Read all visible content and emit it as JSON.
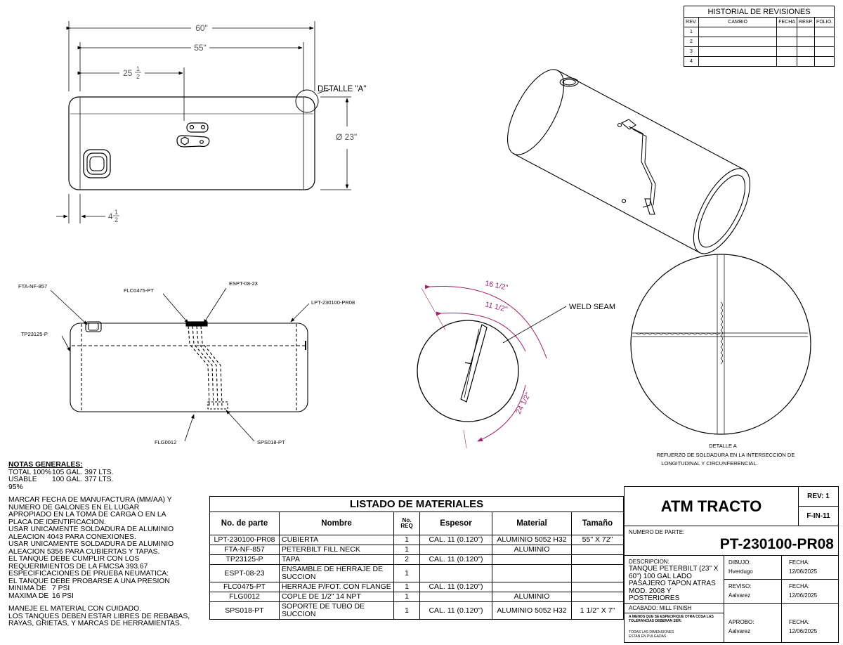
{
  "revision_history": {
    "title": "HISTORIAL DE REVISIONES",
    "headers": [
      "REV.",
      "CAMBIO",
      "FECHA",
      "RESP.",
      "FOLIO."
    ],
    "rows": [
      "1",
      "2",
      "3",
      "4"
    ]
  },
  "main_view": {
    "dim_60": "60\"",
    "dim_55": "55\"",
    "dim_25_whole": "25",
    "dim_25_num": "1",
    "dim_25_den": "2",
    "dim_4_whole": "4",
    "dim_4_num": "1",
    "dim_4_den": "2",
    "dim_dia": "Ø 23\"",
    "detail_label": "DETALLE \"A\""
  },
  "section_view": {
    "callouts": [
      "FTA-NF-857",
      "FLC0475-PT",
      "ESPT-08-23",
      "LPT-230100-PR08",
      "TP23125-P",
      "FLG0012",
      "SPS018-PT"
    ]
  },
  "end_view": {
    "arc_outer": "16 1/2\"",
    "arc_inner": "11 1/2\"",
    "arc_lower": "24 1/2\"",
    "weld_seam": "WELD SEAM"
  },
  "detail_a": {
    "title": "DETALLE A",
    "line1": "REFUERZO DE SOLDADURA EN LA INTERSECCION DE",
    "line2": "LONGITUDINAL Y CIRCUNFERENCIAL."
  },
  "notes": {
    "title": "NOTAS GENERALES:",
    "capacity": [
      {
        "label": "TOTAL 100%",
        "value": "105 GAL. 397 LTS."
      },
      {
        "label": "USABLE 95%",
        "value": "100 GAL. 377 LTS."
      }
    ],
    "block2": [
      "MARCAR FECHA DE MANUFACTURA (MM/AA) Y",
      "NUMERO DE GALONES EN EL LUGAR",
      "APROPIADO EN LA TOMA DE CARGA O EN LA",
      "PLACA DE IDENTIFICACION.",
      "USAR UNICAMENTE SOLDADURA DE ALUMINIO",
      "ALEACION 4043 PARA CONEXIONES.",
      "USAR UNICAMENTE SOLDADURA DE ALUMINIO",
      "ALEACION 5356 PARA CUBIERTAS Y TAPAS.",
      "EL TANQUE DEBE CUMPLIR CON LOS",
      "REQUERIMIENTOS DE LA FMCSA 393.67",
      "ESPECIFICACIONES DE PRUEBA NEUMATICA:",
      "EL TANQUE DEBE PROBARSE A UNA PRESION"
    ],
    "pressure": [
      {
        "label": "MINIMA DE",
        "value": "7 PSI"
      },
      {
        "label": "MAXIMA DE",
        "value": "16 PSI"
      }
    ],
    "block3": [
      "MANEJE EL MATERIAL CON CUIDADO.",
      "LOS TANQUES DEBEN ESTAR LIBRES DE REBABAS,",
      "RAYAS, GRIETAS, Y MARCAS DE HERRAMIENTAS."
    ]
  },
  "bom": {
    "title": "LISTADO DE MATERIALES",
    "headers": [
      "No. de parte",
      "Nombre",
      "No. REQ",
      "Espesor",
      "Material",
      "Tamaño"
    ],
    "rows": [
      [
        "LPT-230100-PR08",
        "CUBIERTA",
        "1",
        "CAL. 11 (0.120\")",
        "ALUMINIO 5052 H32",
        "55\" X 72\""
      ],
      [
        "FTA-NF-857",
        "PETERBILT FILL NECK",
        "1",
        "",
        "ALUMINIO",
        ""
      ],
      [
        "TP23125-P",
        "TAPA",
        "2",
        "CAL. 11 (0.120\")",
        "",
        ""
      ],
      [
        "ESPT-08-23",
        "ENSAMBLE DE HERRAJE DE SUCCION",
        "1",
        "",
        "",
        ""
      ],
      [
        "FLC0475-PT",
        "HERRAJE P/FOT. CON FLANGE",
        "1",
        "CAL. 11 (0.120\")",
        "",
        ""
      ],
      [
        "FLG0012",
        "COPLE DE 1/2\" 14 NPT",
        "1",
        "",
        "ALUMINIO",
        ""
      ],
      [
        "SPS018-PT",
        "SOPORTE DE TUBO DE SUCCION",
        "1",
        "CAL. 11 (0.120\")",
        "ALUMINIO 5052 H32",
        "1 1/2\" X 7\""
      ]
    ]
  },
  "title_block": {
    "company": "ATM TRACTO",
    "rev": "REV: 1",
    "form": "F-IN-11",
    "part_label": "NUMERO DE PARTE:",
    "part_number": "PT-230100-PR08",
    "desc_label": "DESCRIPCION:",
    "description": "TANQUE PETERBILT (23\" X 60\") 100 GAL LADO PASAJERO TAPON ATRAS MOD. 2008 Y POSTERIORES",
    "drawn_label": "DIBUJO:",
    "drawn_by": "Hverdugo",
    "drawn_date_label": "FECHA:",
    "drawn_date": "12/06/2025",
    "checked_label": "REVISO:",
    "checked_by": "Aalvarez",
    "checked_date_label": "FECHA:",
    "checked_date": "12/06/2025",
    "finish": "ACABADO: MILL FINISH",
    "tol_title": "A MENOS QUE SE ESPECIFIQUE OTRA COSA LAS TOLERANCIAS DEBERAN SER:",
    "tol_units": "TODAS LAS DIMENSIONES ESTAN EN PULGADAS.",
    "approved_label": "APROBO:",
    "approved_by": "Aalvarez",
    "approved_date_label": "FECHA:",
    "approved_date": "12/06/2025"
  }
}
